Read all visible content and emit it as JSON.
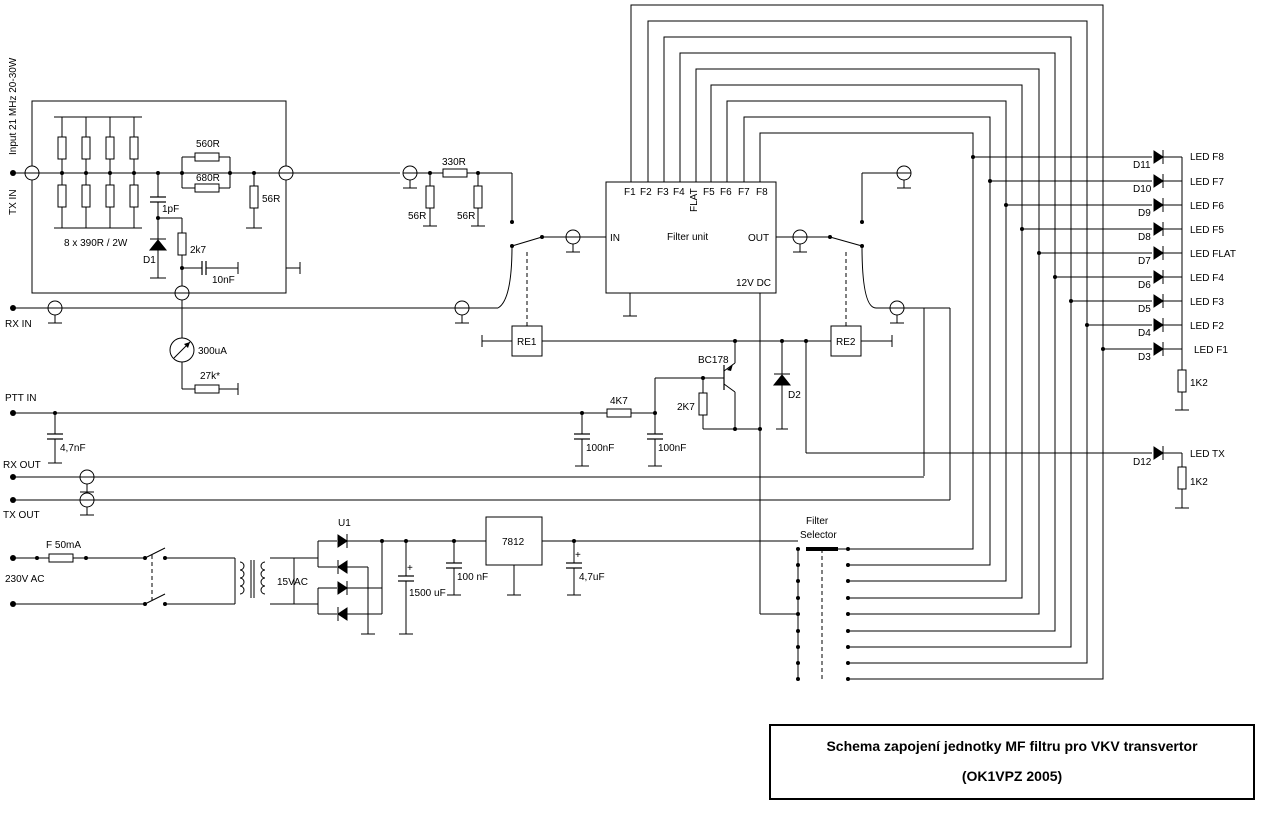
{
  "title": {
    "line1": "Schema zapojení jednotky MF filtru pro VKV transvertor",
    "line2": "(OK1VPZ 2005)"
  },
  "labels": {
    "input_vertical": "Input 21 MHz 20-30W",
    "tx_in": "TX IN",
    "rx_in": "RX IN",
    "ptt_in": "PTT IN",
    "rx_out": "RX OUT",
    "tx_out": "TX OUT",
    "ac_in": "230V AC",
    "fuse": "F 50mA",
    "transformer": "15VAC",
    "bridge": "U1",
    "cap_1500": "1500 uF",
    "cap_100n_psu": "100 nF",
    "regulator": "7812",
    "cap_4u7": "4,7uF",
    "r560": "560R",
    "r680": "680R",
    "r56_a": "56R",
    "c1pf": "1pF",
    "r390": "8 x 390R / 2W",
    "d1": "D1",
    "r2k7_a": "2k7",
    "c10nf": "10nF",
    "meter": "300uA",
    "r27k": "27k*",
    "r330": "330R",
    "r56_b": "56R",
    "r56_c": "56R",
    "fu_pins": [
      "F1",
      "F2",
      "F3",
      "F4",
      "FLAT",
      "F5",
      "F6",
      "F7",
      "F8"
    ],
    "fu_in": "IN",
    "fu_name": "Filter unit",
    "fu_out": "OUT",
    "fu_power": "12V DC",
    "re1": "RE1",
    "re2": "RE2",
    "transistor": "BC178",
    "r2k7_b": "2K7",
    "d2": "D2",
    "r4k7": "4K7",
    "c4n7": "4,7nF",
    "c100n_a": "100nF",
    "c100n_b": "100nF",
    "selector_line1": "Filter",
    "selector_line2": "Selector",
    "r1k2_a": "1K2",
    "r1k2_b": "1K2",
    "d12": "D12",
    "led_tx": "LED TX"
  },
  "leds": [
    {
      "diode": "D11",
      "label": "LED F8"
    },
    {
      "diode": "D10",
      "label": "LED F7"
    },
    {
      "diode": "D9",
      "label": "LED F6"
    },
    {
      "diode": "D8",
      "label": "LED F5"
    },
    {
      "diode": "D7",
      "label": "LED FLAT"
    },
    {
      "diode": "D6",
      "label": "LED F4"
    },
    {
      "diode": "D5",
      "label": "LED F3"
    },
    {
      "diode": "D4",
      "label": "LED F2"
    },
    {
      "diode": "D3",
      "label": "LED F1"
    }
  ]
}
